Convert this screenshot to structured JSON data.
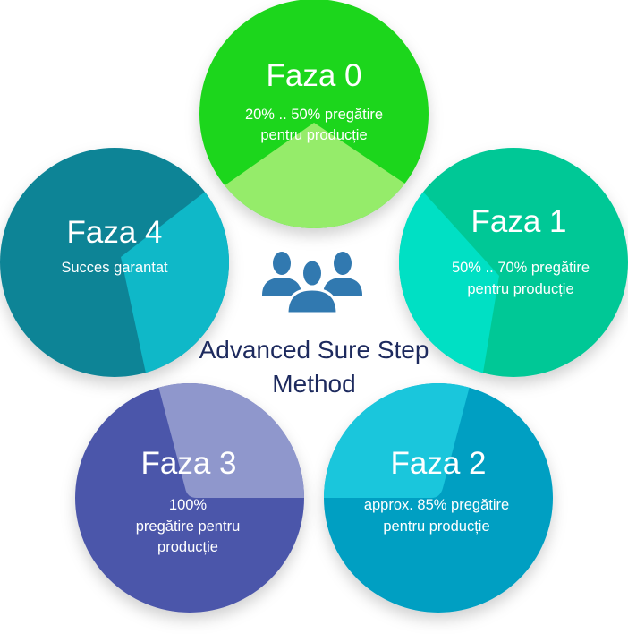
{
  "center": {
    "title_line1": "Advanced Sure Step",
    "title_line2": "Method",
    "icon": "people-group-icon",
    "icon_color": "#3179b0",
    "text_color": "#1d2a5e"
  },
  "phases": [
    {
      "title": "Faza 0",
      "lines": [
        "20% .. 50% pregătire",
        "pentru producție"
      ],
      "color": "#1fd61a",
      "accent": "#95ec6a"
    },
    {
      "title": "Faza 1",
      "lines": [
        "50% .. 70% pregătire",
        "pentru producție"
      ],
      "color": "#00c896",
      "accent": "#00e0c4"
    },
    {
      "title": "Faza 2",
      "lines": [
        "approx. 85% pregătire",
        "pentru producție"
      ],
      "color": "#009fc2",
      "accent": "#1ac6dc"
    },
    {
      "title": "Faza 3",
      "lines": [
        "100%",
        "pregătire pentru",
        "producție"
      ],
      "color": "#4c56aa",
      "accent": "#8f97cc"
    },
    {
      "title": "Faza 4",
      "lines": [
        "Succes garantat"
      ],
      "color": "#0e8496",
      "accent": "#0fb8c8"
    }
  ]
}
